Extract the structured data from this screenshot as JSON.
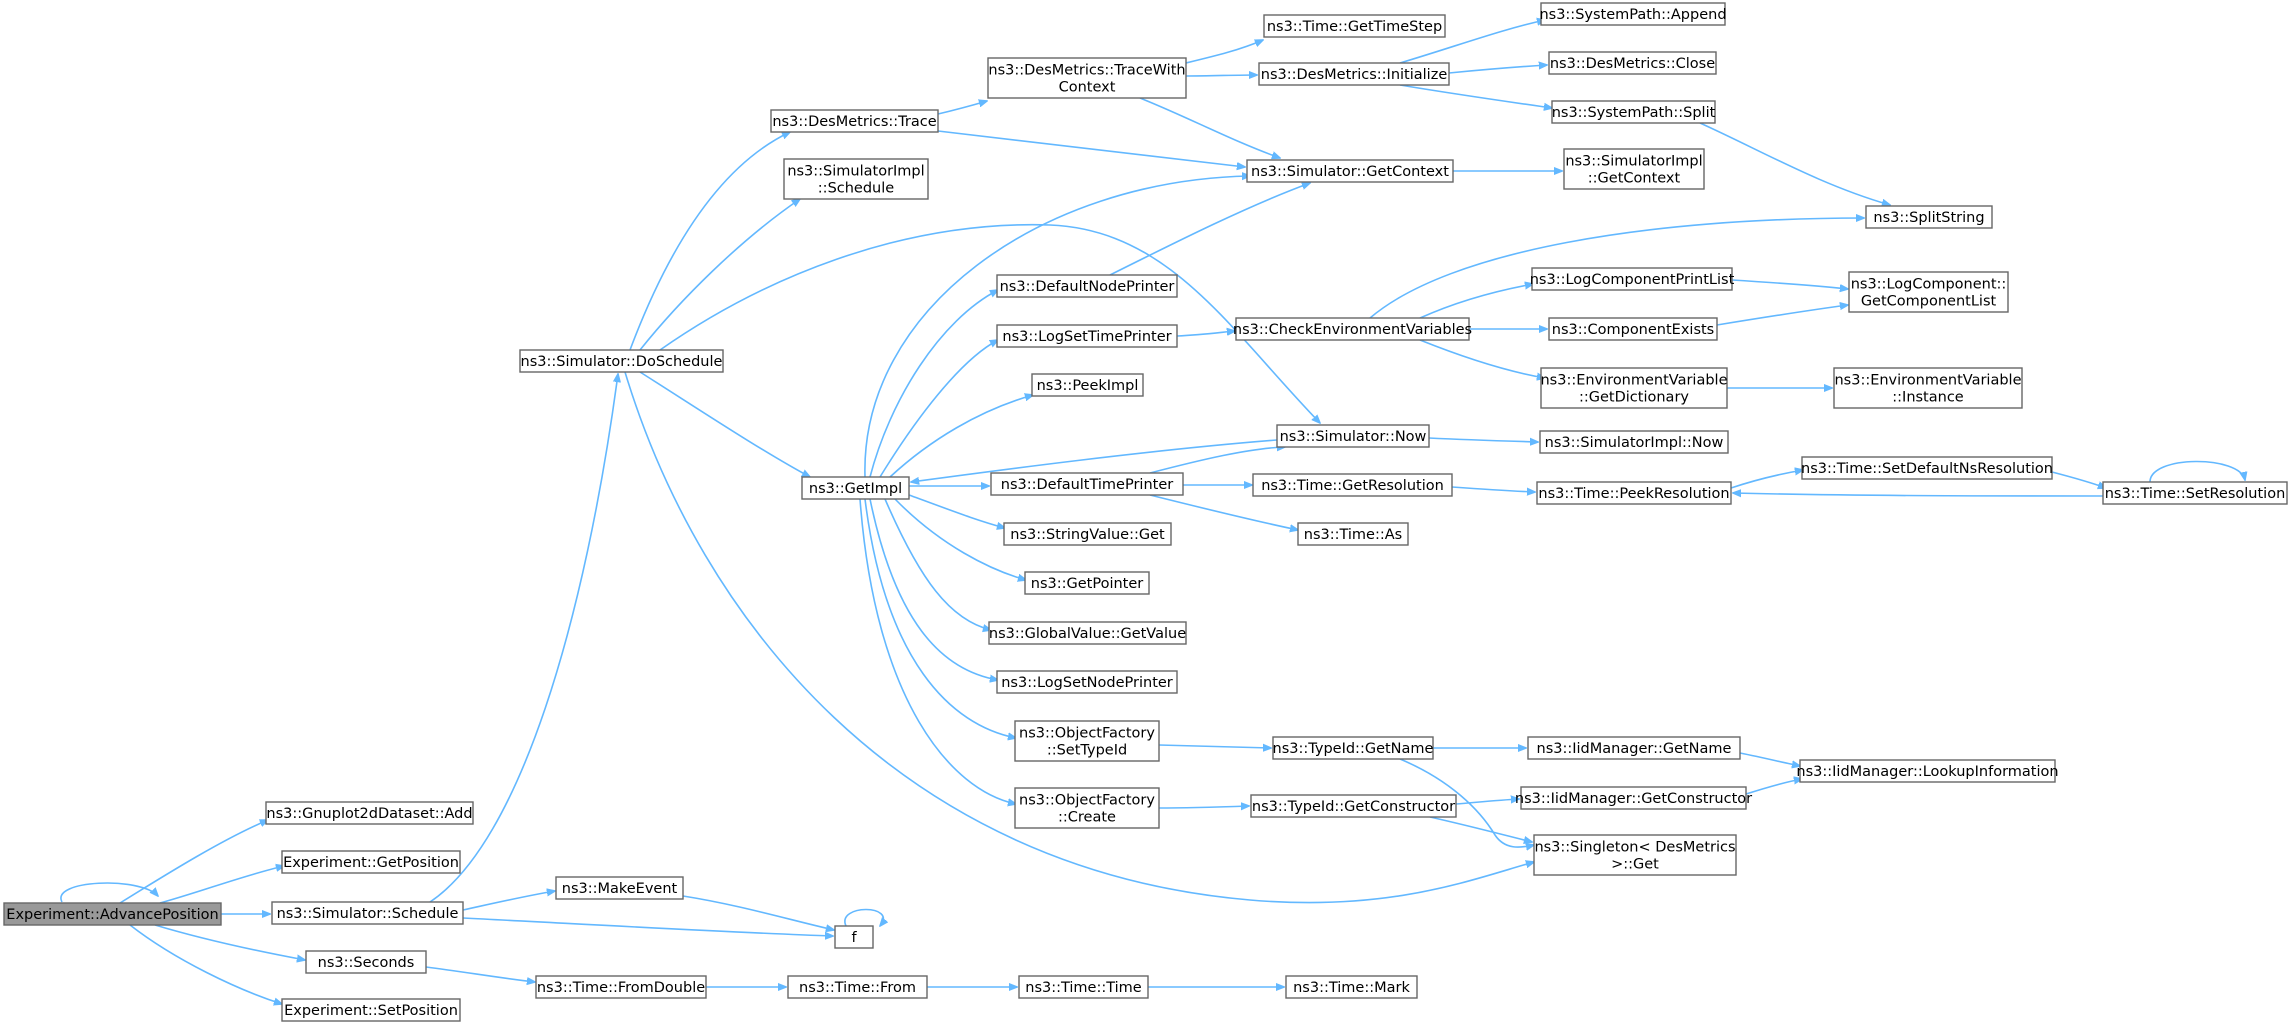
{
  "nodes": [
    {
      "id": "advance",
      "lines": [
        "Experiment::AdvancePosition"
      ],
      "root": true
    },
    {
      "id": "gpadd",
      "lines": [
        "ns3::Gnuplot2dDataset::Add"
      ]
    },
    {
      "id": "getpos",
      "lines": [
        "Experiment::GetPosition"
      ]
    },
    {
      "id": "schedule",
      "lines": [
        "ns3::Simulator::Schedule"
      ]
    },
    {
      "id": "seconds",
      "lines": [
        "ns3::Seconds"
      ]
    },
    {
      "id": "setpos",
      "lines": [
        "Experiment::SetPosition"
      ]
    },
    {
      "id": "doschedule",
      "lines": [
        "ns3::Simulator::DoSchedule"
      ]
    },
    {
      "id": "makeevent",
      "lines": [
        "ns3::MakeEvent"
      ]
    },
    {
      "id": "f",
      "lines": [
        "f"
      ]
    },
    {
      "id": "fromdouble",
      "lines": [
        "ns3::Time::FromDouble"
      ]
    },
    {
      "id": "desmtrace",
      "lines": [
        "ns3::DesMetrics::Trace"
      ]
    },
    {
      "id": "simimplsched",
      "lines": [
        "ns3::SimulatorImpl",
        "::Schedule"
      ]
    },
    {
      "id": "getimpl",
      "lines": [
        "ns3::GetImpl"
      ]
    },
    {
      "id": "tracewithctx",
      "lines": [
        "ns3::DesMetrics::TraceWith",
        "Context"
      ]
    },
    {
      "id": "defnodeprinter",
      "lines": [
        "ns3::DefaultNodePrinter"
      ]
    },
    {
      "id": "logsettimeprinter",
      "lines": [
        "ns3::LogSetTimePrinter"
      ]
    },
    {
      "id": "peekimpl",
      "lines": [
        "ns3::PeekImpl"
      ]
    },
    {
      "id": "deftimeprinter",
      "lines": [
        "ns3::DefaultTimePrinter"
      ]
    },
    {
      "id": "strvalget",
      "lines": [
        "ns3::StringValue::Get"
      ]
    },
    {
      "id": "getpointer",
      "lines": [
        "ns3::GetPointer"
      ]
    },
    {
      "id": "gvgetvalue",
      "lines": [
        "ns3::GlobalValue::GetValue"
      ]
    },
    {
      "id": "logsetnodeprinter",
      "lines": [
        "ns3::LogSetNodePrinter"
      ]
    },
    {
      "id": "ofsettypeid",
      "lines": [
        "ns3::ObjectFactory",
        "::SetTypeId"
      ]
    },
    {
      "id": "ofcreate",
      "lines": [
        "ns3::ObjectFactory",
        "::Create"
      ]
    },
    {
      "id": "timefrom",
      "lines": [
        "ns3::Time::From"
      ]
    },
    {
      "id": "timegettimestep",
      "lines": [
        "ns3::Time::GetTimeStep"
      ]
    },
    {
      "id": "desminit",
      "lines": [
        "ns3::DesMetrics::Initialize"
      ]
    },
    {
      "id": "simgetctx",
      "lines": [
        "ns3::Simulator::GetContext"
      ]
    },
    {
      "id": "checkenv",
      "lines": [
        "ns3::CheckEnvironmentVariables"
      ]
    },
    {
      "id": "simnow",
      "lines": [
        "ns3::Simulator::Now"
      ]
    },
    {
      "id": "timegetres",
      "lines": [
        "ns3::Time::GetResolution"
      ]
    },
    {
      "id": "timeas",
      "lines": [
        "ns3::Time::As"
      ]
    },
    {
      "id": "typeidgetname",
      "lines": [
        "ns3::TypeId::GetName"
      ]
    },
    {
      "id": "typeidgetctor",
      "lines": [
        "ns3::TypeId::GetConstructor"
      ]
    },
    {
      "id": "timetime",
      "lines": [
        "ns3::Time::Time"
      ]
    },
    {
      "id": "timemark",
      "lines": [
        "ns3::Time::Mark"
      ]
    },
    {
      "id": "spappend",
      "lines": [
        "ns3::SystemPath::Append"
      ]
    },
    {
      "id": "desmclose",
      "lines": [
        "ns3::DesMetrics::Close"
      ]
    },
    {
      "id": "spsplit",
      "lines": [
        "ns3::SystemPath::Split"
      ]
    },
    {
      "id": "simimplgetctx",
      "lines": [
        "ns3::SimulatorImpl",
        "::GetContext"
      ]
    },
    {
      "id": "logcompprintlist",
      "lines": [
        "ns3::LogComponentPrintList"
      ]
    },
    {
      "id": "compexists",
      "lines": [
        "ns3::ComponentExists"
      ]
    },
    {
      "id": "envvargetdict",
      "lines": [
        "ns3::EnvironmentVariable",
        "::GetDictionary"
      ]
    },
    {
      "id": "simimplnow",
      "lines": [
        "ns3::SimulatorImpl::Now"
      ]
    },
    {
      "id": "timepeekres",
      "lines": [
        "ns3::Time::PeekResolution"
      ]
    },
    {
      "id": "iidgetname",
      "lines": [
        "ns3::IidManager::GetName"
      ]
    },
    {
      "id": "iidgetctor",
      "lines": [
        "ns3::IidManager::GetConstructor"
      ]
    },
    {
      "id": "singletonget",
      "lines": [
        "ns3::Singleton< DesMetrics",
        ">::Get"
      ]
    },
    {
      "id": "splitstring",
      "lines": [
        "ns3::SplitString"
      ]
    },
    {
      "id": "logcompgetlist",
      "lines": [
        "ns3::LogComponent::",
        "GetComponentList"
      ]
    },
    {
      "id": "envvarinstance",
      "lines": [
        "ns3::EnvironmentVariable",
        "::Instance"
      ]
    },
    {
      "id": "timesetdefns",
      "lines": [
        "ns3::Time::SetDefaultNsResolution"
      ]
    },
    {
      "id": "iidlookup",
      "lines": [
        "ns3::IidManager::LookupInformation"
      ]
    },
    {
      "id": "timesetres",
      "lines": [
        "ns3::Time::SetResolution"
      ]
    }
  ]
}
